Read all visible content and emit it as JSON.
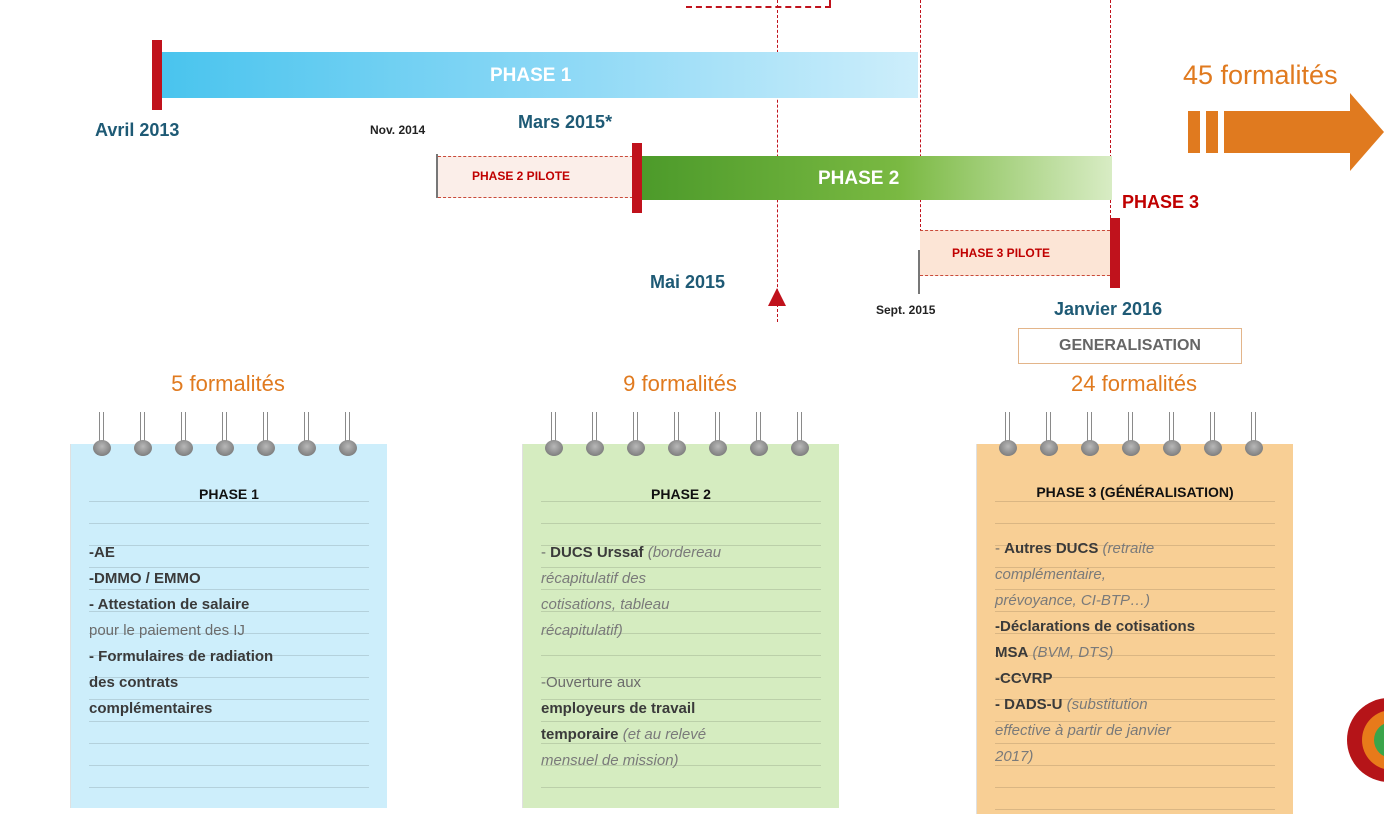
{
  "timeline": {
    "phase1_label": "PHASE 1",
    "phase2_label": "PHASE 2",
    "phase2_pilot_label": "PHASE 2 PILOTE",
    "phase3_label": "PHASE 3",
    "phase3_pilot_label": "PHASE 3 PILOTE",
    "date_avril_2013": "Avril 2013",
    "date_nov_2014": "Nov. 2014",
    "date_mars_2015": "Mars 2015*",
    "date_mai_2015": "Mai 2015",
    "date_sept_2015": "Sept. 2015",
    "date_janvier_2016": "Janvier 2016",
    "generalisation": "GENERALISATION",
    "total_formalites": "45 formalités"
  },
  "colors": {
    "teal": "#1e5a75",
    "orange": "#e07a1f",
    "red_marker": "#c0121c",
    "phase1_bar": "#49c4ee",
    "phase2_bar": "#6fb33b",
    "notepad_blue": "#cdeefb",
    "notepad_green": "#d5ecc0",
    "notepad_orange": "#f8cf95"
  },
  "notepads": [
    {
      "count": "5 formalités",
      "title": "PHASE 1",
      "lines": [
        {
          "b": "-AE",
          "t": ""
        },
        {
          "b": "-DMMO / EMMO",
          "t": ""
        },
        {
          "b": "- Attestation de salaire",
          "t": ""
        },
        {
          "b": "",
          "t": "pour le paiement des IJ"
        },
        {
          "b": "- Formulaires de radiation",
          "t": ""
        },
        {
          "b": "des contrats",
          "t": ""
        },
        {
          "b": "complémentaires",
          "t": ""
        }
      ]
    },
    {
      "count": "9 formalités",
      "title": "PHASE 2",
      "line1_b": "DUCS Urssaf",
      "line1_i": " (bordereau",
      "line2_i": "récapitulatif des",
      "line3_i": "cotisations, tableau",
      "line4_i": "récapitulatif)",
      "line5_t": "-Ouverture aux",
      "line6_b": "employeurs de travail",
      "line7_b": "temporaire",
      "line7_i": " (et au relevé",
      "line8_i": "mensuel de mission)"
    },
    {
      "count": "24 formalités",
      "title": "PHASE 3 (GÉNÉRALISATION)",
      "line1_b": "Autres DUCS",
      "line1_i": " (retraite",
      "line2_i": "complémentaire,",
      "line3_i": "prévoyance, CI-BTP…)",
      "line4_b": "-Déclarations de cotisations",
      "line5_b": "MSA",
      "line5_i": " (BVM, DTS)",
      "line6_b": "-CCVRP",
      "line7_b": "- DADS-U",
      "line7_i": " (substitution",
      "line8_i": "effective à partir de janvier",
      "line9_i": "2017)"
    }
  ]
}
